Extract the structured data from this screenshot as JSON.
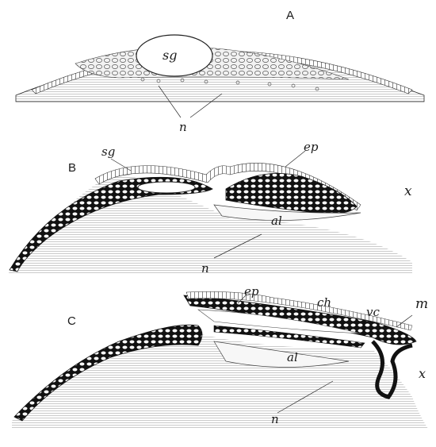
{
  "figure": {
    "panels": [
      {
        "id": "A",
        "letter": "A",
        "labels": {
          "sg": "sg",
          "n": "n"
        }
      },
      {
        "id": "B",
        "letter": "B",
        "labels": {
          "sg": "sg",
          "ep": "ep",
          "x": "x",
          "al": "al",
          "n": "n"
        }
      },
      {
        "id": "C",
        "letter": "C",
        "labels": {
          "ep": "ep",
          "ch": "ch",
          "vc": "vc",
          "m": "m",
          "al": "al",
          "x": "x",
          "n": "n"
        }
      }
    ]
  },
  "colors": {
    "ink": "#2a2a2a",
    "tissue": "#cfcfcf",
    "cell_dark": "#111111",
    "paper": "#ffffff"
  }
}
